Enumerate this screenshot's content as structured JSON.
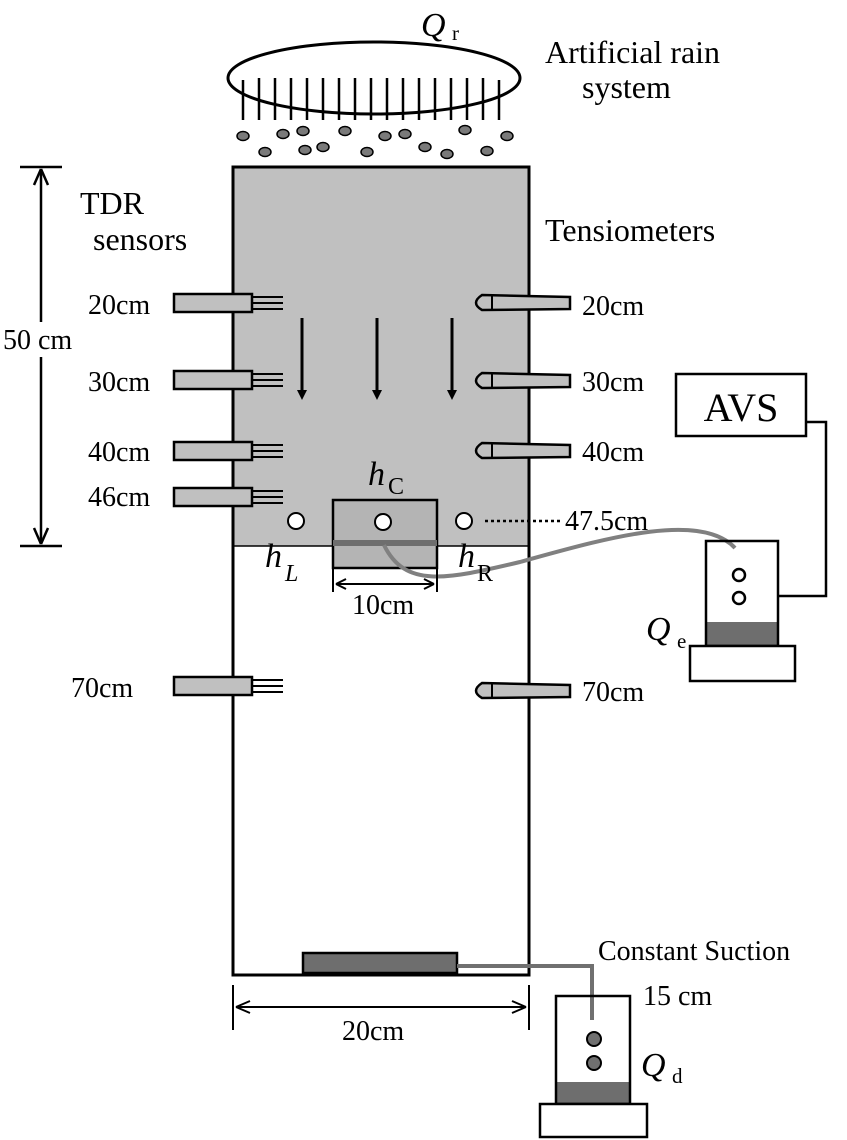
{
  "rain": {
    "flow_symbol": "Q",
    "flow_subscript": "r",
    "title_line1": "Artificial rain",
    "title_line2": "system"
  },
  "left": {
    "title_line1": "TDR",
    "title_line2": "sensors",
    "height_label": "50 cm",
    "depths": [
      "20cm",
      "30cm",
      "40cm",
      "46cm",
      "70cm"
    ]
  },
  "right": {
    "title": "Tensiometers",
    "depths": [
      "20cm",
      "30cm",
      "40cm",
      "70cm"
    ],
    "probe_depth": "47.5cm"
  },
  "heads": {
    "h": "h",
    "center_sub": "C",
    "left_sub": "L",
    "right_sub": "R"
  },
  "device_width": "10cm",
  "avs": {
    "label": "AVS"
  },
  "evaporation": {
    "symbol": "Q",
    "subscript": "e"
  },
  "column_width": "20cm",
  "bottom": {
    "title": "Constant Suction",
    "suction": "15 cm",
    "symbol": "Q",
    "subscript": "d"
  },
  "colors": {
    "soil": "#c0c0c0",
    "device": "#b4b4b4",
    "dark": "#6e6e6e",
    "water": "#6e6e6e",
    "tube": "#808080",
    "line": "#000000"
  }
}
